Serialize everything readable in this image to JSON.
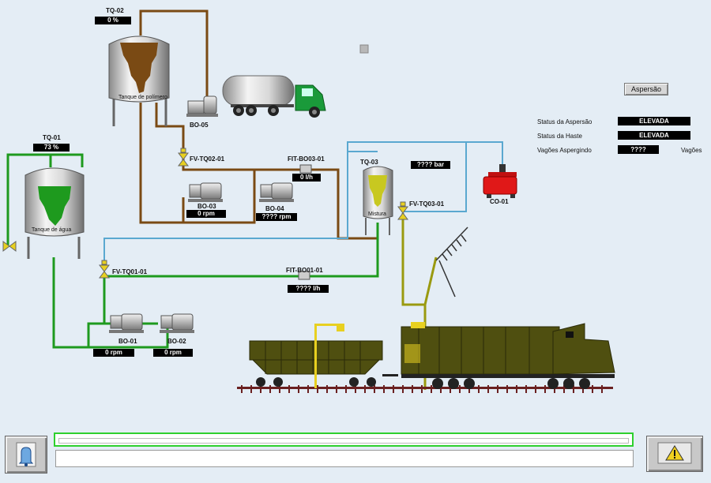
{
  "tanks": {
    "tq02": {
      "tag": "TQ-02",
      "level": "0 %",
      "label": "Tanque de polímero"
    },
    "tq01": {
      "tag": "TQ-01",
      "level": "73 %",
      "label": "Tanque de água"
    },
    "tq03": {
      "tag": "TQ-03",
      "label": "Mistura",
      "pressure": "???? bar"
    }
  },
  "pumps": {
    "bo05": {
      "tag": "BO-05"
    },
    "bo03": {
      "tag": "BO-03",
      "speed": "0 rpm"
    },
    "bo04": {
      "tag": "BO-04",
      "speed": "???? rpm"
    },
    "bo01": {
      "tag": "BO-01",
      "speed": "0 rpm"
    },
    "bo02": {
      "tag": "BO-02",
      "speed": "0 rpm"
    }
  },
  "valves": {
    "fv_tq02_01": "FV-TQ02-01",
    "fv_tq01_01": "FV-TQ01-01",
    "fv_tq03_01": "FV-TQ03-01"
  },
  "flow": {
    "fit_bo03_01": {
      "tag": "FIT-BO03-01",
      "value": "0 l/h"
    },
    "fit_bo01_01": {
      "tag": "FIT-BO01-01",
      "value": "???? l/h"
    }
  },
  "compressor": {
    "tag": "CO-01"
  },
  "status": {
    "aspersao_button": "Aspersão",
    "status_aspersao_label": "Status da Aspersão",
    "status_aspersao_value": "ELEVADA",
    "status_haste_label": "Status da Haste",
    "status_haste_value": "ELEVADA",
    "vagoes_label": "Vagões Aspergindo",
    "vagoes_value": "????",
    "vagoes_unit": "Vagões"
  },
  "colors": {
    "brown": "#7a4a14",
    "green": "#1e9a1e",
    "blue": "#5aa8d0",
    "olive": "#9a9a10",
    "train": "#4f4f10"
  }
}
